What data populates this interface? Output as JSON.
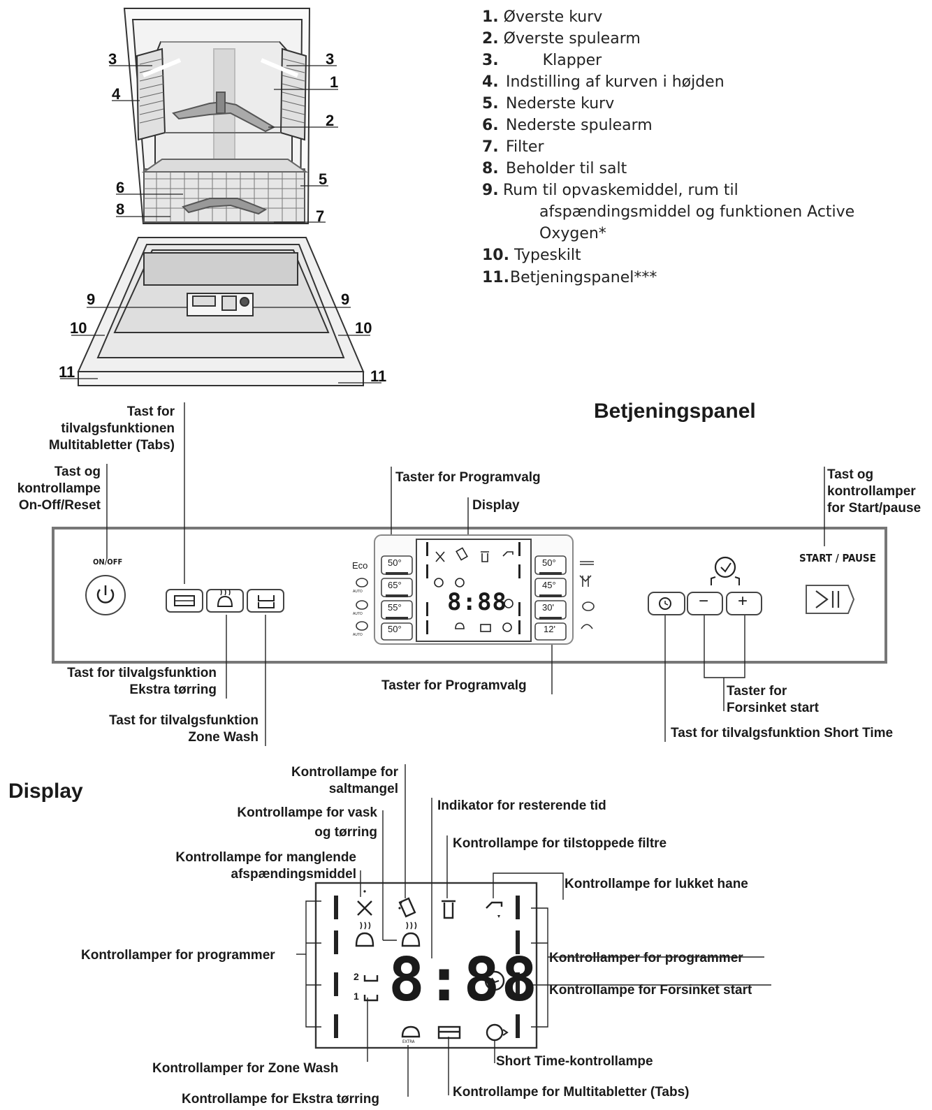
{
  "legend": [
    {
      "num": "1.",
      "text": "Øverste kurv"
    },
    {
      "num": "2.",
      "text": "Øverste spulearm"
    },
    {
      "num": "3.",
      "text": "Klapper"
    },
    {
      "num": "4.",
      "text": "Indstilling af kurven i højden"
    },
    {
      "num": "5.",
      "text": "Nederste kurv"
    },
    {
      "num": "6.",
      "text": "Nederste spulearm"
    },
    {
      "num": "7.",
      "text": "Filter"
    },
    {
      "num": "8.",
      "text": "Beholder til salt"
    },
    {
      "num": "9.",
      "text": "Rum til opvaskemiddel, rum til"
    },
    {
      "num": "",
      "text": "afspændingsmiddel og funktionen Active"
    },
    {
      "num": "",
      "text": "Oxygen*"
    },
    {
      "num": "10.",
      "text": "Typeskilt"
    },
    {
      "num": "11.",
      "text": "Betjeningspanel***"
    }
  ],
  "dishwasher_callouts": {
    "left": [
      "3",
      "4",
      "6",
      "8",
      "9",
      "10",
      "11"
    ],
    "right": [
      "3",
      "1",
      "2",
      "5",
      "7",
      "9",
      "10",
      "11"
    ]
  },
  "panel_heading": "Betjeningspanel",
  "display_heading": "Display",
  "panel": {
    "onoff_label": "ON/OFF",
    "startpause_label": "START / PAUSE",
    "eco_label": "Eco",
    "left_temps": [
      "50°",
      "65°",
      "55°",
      "50°"
    ],
    "right_temps": [
      "50°",
      "45°",
      "30'",
      "12'"
    ],
    "digits": "8:88",
    "minus": "−",
    "plus": "+",
    "auto": "AUTO"
  },
  "panel_labels": {
    "tabs": "Tast for\ntilvalgsfunktionen\nMultitabletter (Tabs)",
    "onoff": "Tast og\nkontrollampe\nOn-Off/Reset",
    "progsel_top": "Taster for Programvalg",
    "display": "Display",
    "startpause": "Tast og\nkontrollamper\nfor Start/pause",
    "extra_dry": "Tast for tilvalgsfunktion\nEkstra tørring",
    "zone_wash": "Tast for tilvalgsfunktion\nZone Wash",
    "progsel_bottom": "Taster for Programvalg",
    "delayed": "Taster for\nForsinket start",
    "short_time": "Tast for tilvalgsfunktion Short Time"
  },
  "display_labels": {
    "salt": "Kontrollampe for\nsaltmangel",
    "wash_dry": "Kontrollampe for vask\nog tørring",
    "rinse_aid": "Kontrollampe for manglende\nafspændingsmiddel",
    "remaining": "Indikator for resterende tid",
    "filters": "Kontrollampe for tilstoppede filtre",
    "tap": "Kontrollampe for lukket hane",
    "programs_left": "Kontrollamper for programmer",
    "programs_right": "Kontrollamper for programmer",
    "delayed_lamp": "Kontrollampe for Forsinket start",
    "zone_wash_lamps": "Kontrollamper for Zone Wash",
    "short_time_lamp": "Short Time-kontrollampe",
    "extra_dry_lamp": "Kontrollampe for Ekstra tørring",
    "tabs_lamp": "Kontrollampe for Multitabletter (Tabs)"
  },
  "display": {
    "digits": "8:88",
    "zone_top": "2",
    "zone_bottom": "1",
    "extra": "EXTRA"
  },
  "icons": [
    "rinse-aid-icon",
    "salt-icon",
    "filter-icon",
    "tap-icon",
    "wash-icon",
    "dry-icon",
    "delay-icon",
    "short-time-icon",
    "tabs-icon",
    "extra-dry-icon",
    "power-icon",
    "start-pause-icon"
  ]
}
